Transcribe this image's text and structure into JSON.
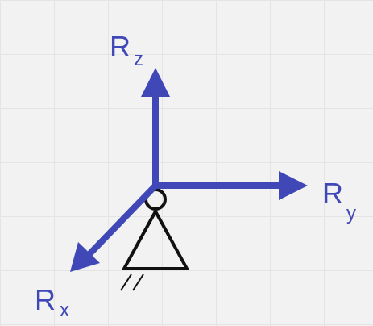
{
  "diagram": {
    "reactions": [
      {
        "id": "rz",
        "symbol": "R",
        "subscript": "z"
      },
      {
        "id": "ry",
        "symbol": "R",
        "subscript": "y"
      },
      {
        "id": "rx",
        "symbol": "R",
        "subscript": "x"
      }
    ],
    "colors": {
      "arrow": "#3f48b6",
      "support": "#111111",
      "background": "#f2f2f2",
      "grid": "#e4e4e4"
    },
    "icons": {
      "support": "pin-support-icon"
    }
  }
}
